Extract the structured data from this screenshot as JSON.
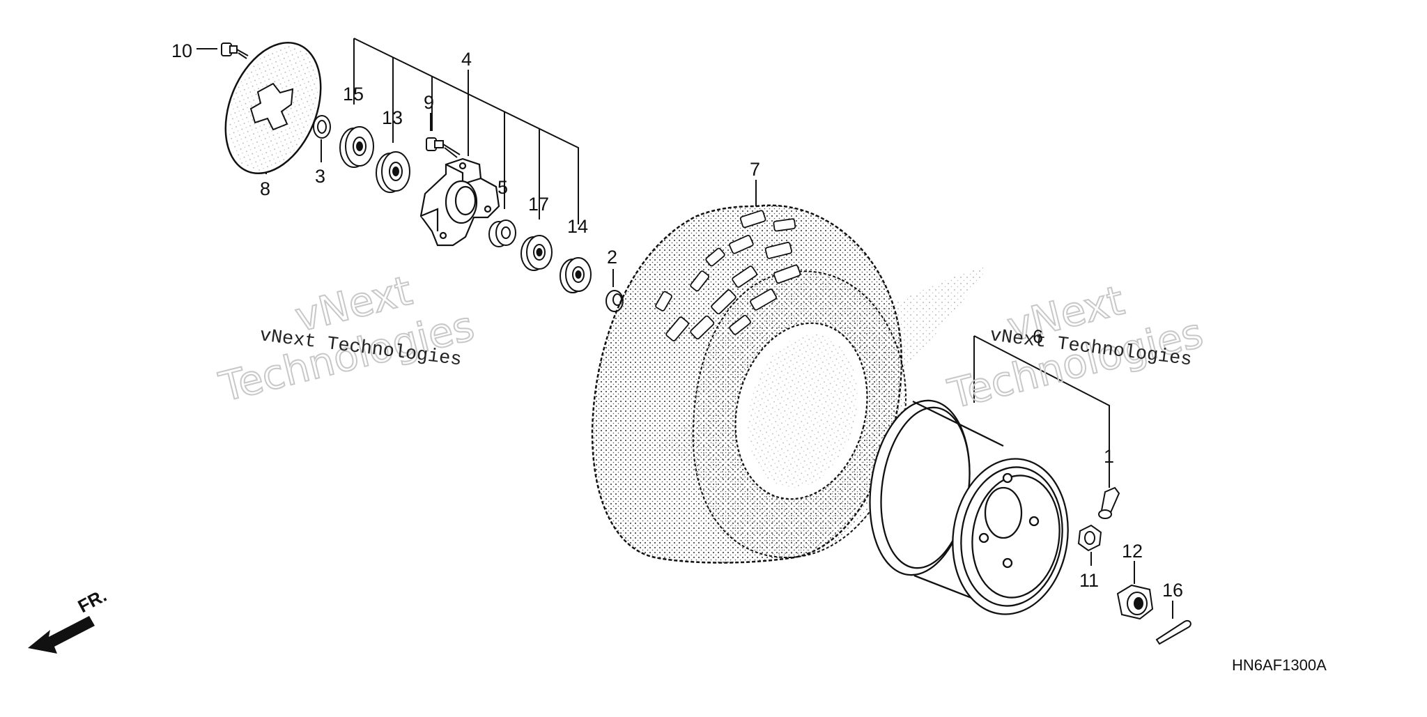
{
  "diagram": {
    "code": "HN6AF1300A",
    "front_indicator": "FR.",
    "watermarks": [
      {
        "top": "vNext",
        "bottom": "Technologies",
        "plain": "vNext Technologies"
      },
      {
        "top": "vNext",
        "bottom": "Technologies",
        "plain": "vNext Technologies"
      }
    ],
    "callouts": {
      "c1": "1",
      "c2": "2",
      "c3": "3",
      "c4": "4",
      "c5": "5",
      "c6": "6",
      "c7": "7",
      "c8": "8",
      "c9": "9",
      "c10": "10",
      "c11": "11",
      "c12": "12",
      "c13": "13",
      "c14": "14",
      "c15": "15",
      "c16": "16",
      "c17": "17"
    }
  }
}
